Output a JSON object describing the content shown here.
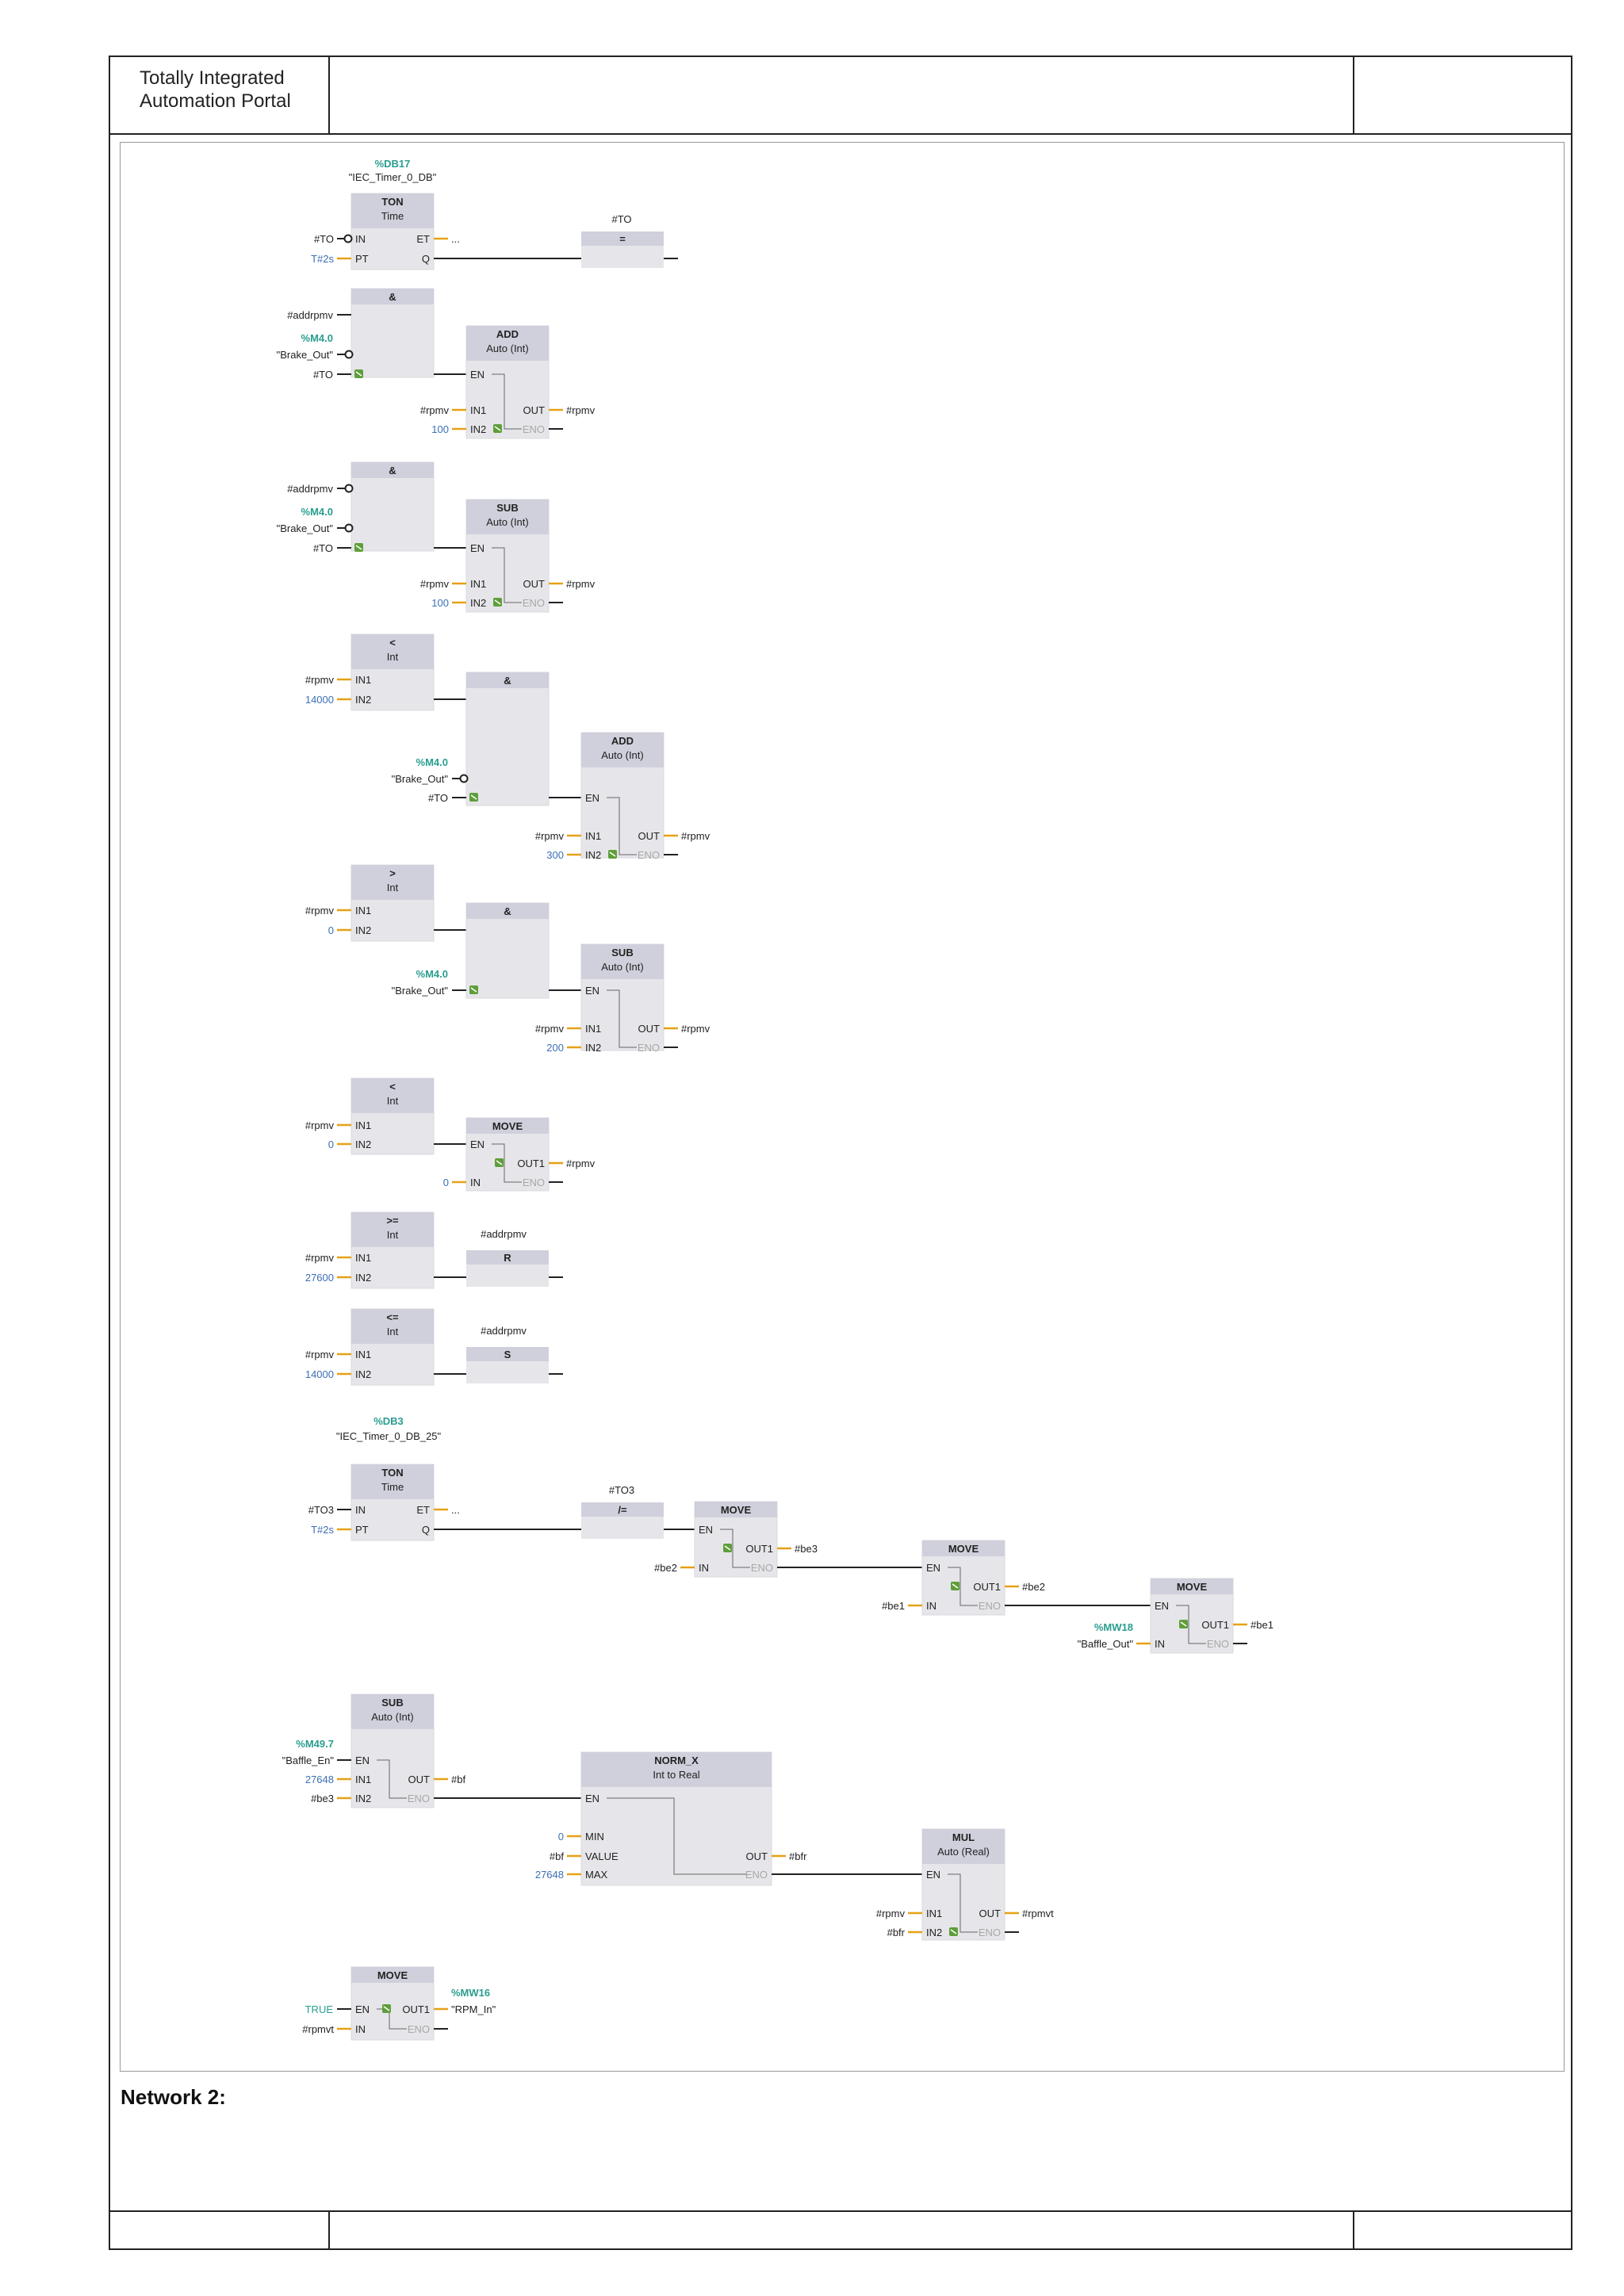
{
  "header": {
    "app_line1": "Totally Integrated",
    "app_line2": "Automation Portal"
  },
  "colors": {
    "block_fill": "#e6e6ea",
    "block_header": "#cfd0db",
    "wire": "#222222",
    "pin_orange": "#e6a117",
    "operand_teal": "#2a9d8f",
    "constant_blue": "#3d6fb5",
    "eno_grey": "#a8a8a8",
    "icon_green": "#5f9e3a"
  },
  "network2": {
    "title": "Network 2:"
  },
  "diagram": {
    "rungs": [
      {
        "id": "rung1",
        "blocks": [
          {
            "type": "TON",
            "title": "TON",
            "subtitle": "Time",
            "db_addr": "%DB17",
            "db_name": "\"IEC_Timer_0_DB\"",
            "inputs": [
              [
                "IN",
                "#TO",
                "plain"
              ],
              [
                "PT",
                "T#2s",
                "blue"
              ]
            ],
            "in_negated": [
              true,
              false
            ],
            "outputs": [
              [
                "ET",
                "..."
              ],
              [
                "Q",
                ""
              ]
            ]
          },
          {
            "type": "coil",
            "operand": "#TO",
            "label": "="
          }
        ]
      },
      {
        "id": "rung2",
        "blocks": [
          {
            "type": "AND",
            "title": "&",
            "inputs": [
              [
                "",
                "#addrpmv"
              ],
              [
                "",
                "%M4.0|\"Brake_Out\""
              ],
              [
                "",
                "#TO"
              ]
            ],
            "in_negated": [
              false,
              true,
              false
            ]
          },
          {
            "type": "ADD",
            "title": "ADD",
            "subtitle": "Auto (Int)",
            "inputs": [
              [
                "EN",
                ""
              ],
              [
                "IN1",
                "#rpmv"
              ],
              [
                "IN2",
                "100"
              ]
            ],
            "outputs": [
              [
                "OUT",
                "#rpmv"
              ],
              [
                "ENO",
                ""
              ]
            ]
          }
        ]
      },
      {
        "id": "rung3",
        "blocks": [
          {
            "type": "AND",
            "title": "&",
            "inputs": [
              [
                "",
                "#addrpmv"
              ],
              [
                "",
                "%M4.0|\"Brake_Out\""
              ],
              [
                "",
                "#TO"
              ]
            ],
            "in_negated": [
              true,
              true,
              false
            ]
          },
          {
            "type": "SUB",
            "title": "SUB",
            "subtitle": "Auto (Int)",
            "inputs": [
              [
                "EN",
                ""
              ],
              [
                "IN1",
                "#rpmv"
              ],
              [
                "IN2",
                "100"
              ]
            ],
            "outputs": [
              [
                "OUT",
                "#rpmv"
              ],
              [
                "ENO",
                ""
              ]
            ]
          }
        ]
      },
      {
        "id": "rung4",
        "blocks": [
          {
            "type": "CMP",
            "title": "<",
            "subtitle": "Int",
            "inputs": [
              [
                "IN1",
                "#rpmv"
              ],
              [
                "IN2",
                "14000"
              ]
            ]
          },
          {
            "type": "AND",
            "title": "&",
            "inputs": [
              [
                "",
                "%M4.0|\"Brake_Out\""
              ],
              [
                "",
                "#TO"
              ]
            ],
            "in_negated": [
              true,
              false
            ]
          },
          {
            "type": "ADD",
            "title": "ADD",
            "subtitle": "Auto (Int)",
            "inputs": [
              [
                "EN",
                ""
              ],
              [
                "IN1",
                "#rpmv"
              ],
              [
                "IN2",
                "300"
              ]
            ],
            "outputs": [
              [
                "OUT",
                "#rpmv"
              ],
              [
                "ENO",
                ""
              ]
            ]
          }
        ]
      },
      {
        "id": "rung5",
        "blocks": [
          {
            "type": "CMP",
            "title": ">",
            "subtitle": "Int",
            "inputs": [
              [
                "IN1",
                "#rpmv"
              ],
              [
                "IN2",
                "0"
              ]
            ]
          },
          {
            "type": "AND",
            "title": "&",
            "inputs": [
              [
                "",
                "%M4.0|\"Brake_Out\""
              ]
            ],
            "in_negated": [
              false
            ]
          },
          {
            "type": "SUB",
            "title": "SUB",
            "subtitle": "Auto (Int)",
            "inputs": [
              [
                "EN",
                ""
              ],
              [
                "IN1",
                "#rpmv"
              ],
              [
                "IN2",
                "200"
              ]
            ],
            "outputs": [
              [
                "OUT",
                "#rpmv"
              ],
              [
                "ENO",
                ""
              ]
            ]
          }
        ]
      },
      {
        "id": "rung6",
        "blocks": [
          {
            "type": "CMP",
            "title": "<",
            "subtitle": "Int",
            "inputs": [
              [
                "IN1",
                "#rpmv"
              ],
              [
                "IN2",
                "0"
              ]
            ]
          },
          {
            "type": "MOVE",
            "title": "MOVE",
            "inputs": [
              [
                "EN",
                ""
              ],
              [
                "IN",
                "0"
              ]
            ],
            "outputs": [
              [
                "OUT1",
                "#rpmv"
              ],
              [
                "ENO",
                ""
              ]
            ]
          }
        ]
      },
      {
        "id": "rung7",
        "blocks": [
          {
            "type": "CMP",
            "title": ">=",
            "subtitle": "Int",
            "inputs": [
              [
                "IN1",
                "#rpmv"
              ],
              [
                "IN2",
                "27600"
              ]
            ]
          },
          {
            "type": "coil",
            "operand": "#addrpmv",
            "label": "R"
          }
        ]
      },
      {
        "id": "rung8",
        "blocks": [
          {
            "type": "CMP",
            "title": "<=",
            "subtitle": "Int",
            "inputs": [
              [
                "IN1",
                "#rpmv"
              ],
              [
                "IN2",
                "14000"
              ]
            ]
          },
          {
            "type": "coil",
            "operand": "#addrpmv",
            "label": "S"
          }
        ]
      },
      {
        "id": "rung9",
        "blocks": [
          {
            "type": "TON",
            "title": "TON",
            "subtitle": "Time",
            "db_addr": "%DB3",
            "db_name": "\"IEC_Timer_0_DB_25\"",
            "inputs": [
              [
                "IN",
                "#TO3"
              ],
              [
                "PT",
                "T#2s"
              ]
            ],
            "outputs": [
              [
                "ET",
                "..."
              ],
              [
                "Q",
                ""
              ]
            ]
          },
          {
            "type": "coil",
            "operand": "#TO3",
            "label": "/="
          },
          {
            "type": "MOVE",
            "title": "MOVE",
            "inputs": [
              [
                "EN",
                ""
              ],
              [
                "IN",
                "#be2"
              ]
            ],
            "outputs": [
              [
                "OUT1",
                "#be3"
              ],
              [
                "ENO",
                ""
              ]
            ]
          },
          {
            "type": "MOVE",
            "title": "MOVE",
            "inputs": [
              [
                "EN",
                ""
              ],
              [
                "IN",
                "#be1"
              ]
            ],
            "outputs": [
              [
                "OUT1",
                "#be2"
              ],
              [
                "ENO",
                ""
              ]
            ]
          },
          {
            "type": "MOVE",
            "title": "MOVE",
            "inputs": [
              [
                "EN",
                ""
              ],
              [
                "IN",
                "%MW18|\"Baffle_Out\""
              ]
            ],
            "outputs": [
              [
                "OUT1",
                "#be1"
              ],
              [
                "ENO",
                ""
              ]
            ]
          }
        ]
      },
      {
        "id": "rung10",
        "blocks": [
          {
            "type": "SUB",
            "title": "SUB",
            "subtitle": "Auto (Int)",
            "inputs": [
              [
                "EN",
                "%M49.7|\"Baffle_En\""
              ],
              [
                "IN1",
                "27648"
              ],
              [
                "IN2",
                "#be3"
              ]
            ],
            "outputs": [
              [
                "OUT",
                "#bf"
              ],
              [
                "ENO",
                ""
              ]
            ]
          },
          {
            "type": "NORM_X",
            "title": "NORM_X",
            "subtitle": "Int  to  Real",
            "inputs": [
              [
                "EN",
                ""
              ],
              [
                "MIN",
                "0"
              ],
              [
                "VALUE",
                "#bf"
              ],
              [
                "MAX",
                "27648"
              ]
            ],
            "outputs": [
              [
                "OUT",
                "#bfr"
              ],
              [
                "ENO",
                ""
              ]
            ]
          },
          {
            "type": "MUL",
            "title": "MUL",
            "subtitle": "Auto (Real)",
            "inputs": [
              [
                "EN",
                ""
              ],
              [
                "IN1",
                "#rpmv"
              ],
              [
                "IN2",
                "#bfr"
              ]
            ],
            "outputs": [
              [
                "OUT",
                "#rpmvt"
              ],
              [
                "ENO",
                ""
              ]
            ]
          }
        ]
      },
      {
        "id": "rung11",
        "blocks": [
          {
            "type": "MOVE",
            "title": "MOVE",
            "inputs": [
              [
                "EN",
                "TRUE"
              ],
              [
                "IN",
                "#rpmvt"
              ]
            ],
            "outputs": [
              [
                "OUT1",
                "%MW16|\"RPM_In\""
              ],
              [
                "ENO",
                ""
              ]
            ]
          }
        ]
      }
    ]
  }
}
